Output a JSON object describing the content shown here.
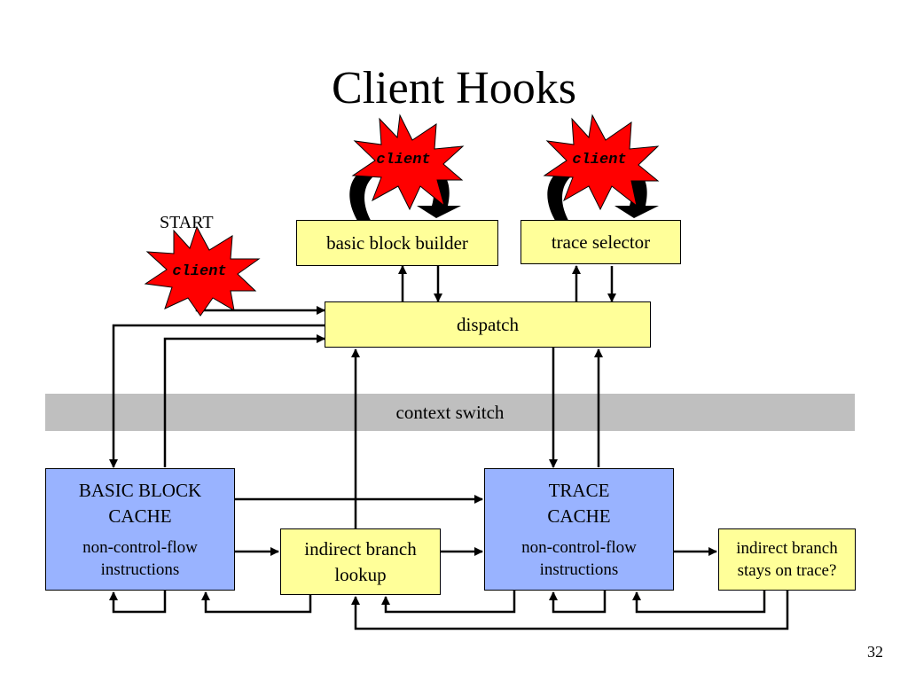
{
  "title": "Client Hooks",
  "start_label": "START",
  "client_label": "client",
  "boxes": {
    "basic_block_builder": "basic block builder",
    "trace_selector": "trace selector",
    "dispatch": "dispatch",
    "context_switch": "context switch",
    "bb_cache_title_1": "BASIC BLOCK",
    "bb_cache_title_2": "CACHE",
    "bb_cache_sub_1": "non-control-flow",
    "bb_cache_sub_2": "instructions",
    "trace_cache_title_1": "TRACE",
    "trace_cache_title_2": "CACHE",
    "trace_cache_sub_1": "non-control-flow",
    "trace_cache_sub_2": "instructions",
    "ibl_1": "indirect branch",
    "ibl_2": "lookup",
    "stays_1": "indirect branch",
    "stays_2": "stays on trace?"
  },
  "colors": {
    "yellow": "#ffff99",
    "blue": "#99b3ff",
    "client_star": "#ff0000",
    "context_band": "#bfbfbf"
  },
  "page_number": "32"
}
